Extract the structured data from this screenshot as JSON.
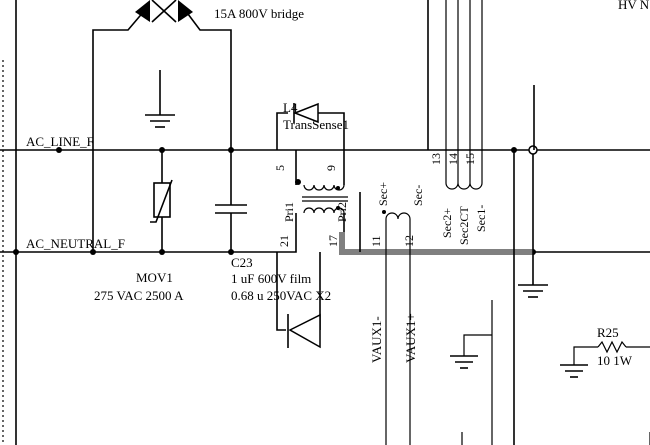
{
  "net_labels": {
    "ac_line": "AC_LINE_F",
    "ac_neutral": "AC_NEUTRAL_F",
    "hv": "HV N",
    "vaux_minus": "VAUX1-",
    "vaux_plus": "VAUX1+"
  },
  "bridge": {
    "desc": "15A 800V bridge"
  },
  "mov": {
    "ref": "MOV1",
    "value": "275 VAC 2500 A"
  },
  "capacitor": {
    "ref": "C23",
    "value1": "1 uF 600V film",
    "value2": "0.68 u 250VAC X2"
  },
  "transformer": {
    "ref": "L4",
    "name": "TransSense1",
    "pin_labels": [
      "Pri1",
      "Pri2",
      "Sec+",
      "Sec-",
      "Sec2+",
      "Sec2CT",
      "Sec1-"
    ],
    "pins": [
      "5",
      "9",
      "21",
      "17",
      "11",
      "12",
      "13",
      "14",
      "15"
    ]
  },
  "resistor": {
    "ref": "R25",
    "value": "10 1W"
  }
}
